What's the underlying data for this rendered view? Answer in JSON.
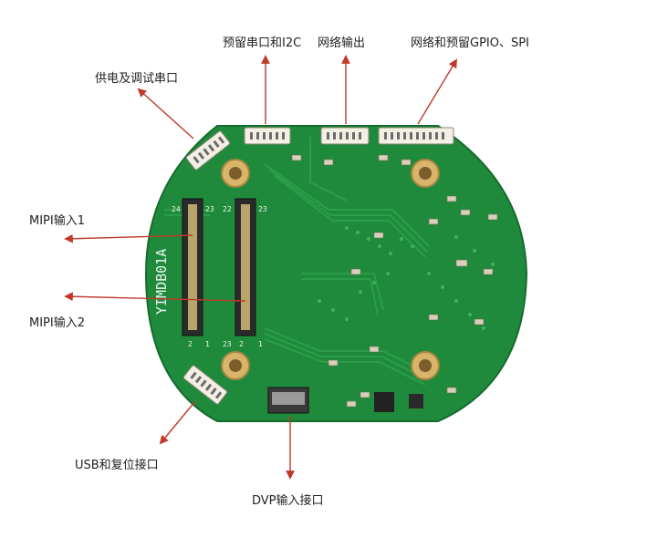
{
  "labels": {
    "power_debug": "供电及调试串口",
    "reserved_uart_i2c": "预留串口和I2C",
    "network_out": "网络输出",
    "network_gpio_spi": "网络和预留GPIO、SPI",
    "mipi1": "MIPI输入1",
    "mipi2": "MIPI输入2",
    "usb_reset": "USB和复位接口",
    "dvp": "DVP输入接口"
  },
  "board": {
    "silkscreen_model": "YIMDB01A",
    "pin_23_a": "23",
    "pin_23_b": "23",
    "pin_2_a": "2",
    "pin_1_a": "1",
    "pin_2_b": "2",
    "pin_1_b": "1",
    "pin_24": "24",
    "pin_22": "22",
    "pin_23_c": "23",
    "color_pcb": "#1f8a3c",
    "color_arrow": "#c0392b"
  }
}
